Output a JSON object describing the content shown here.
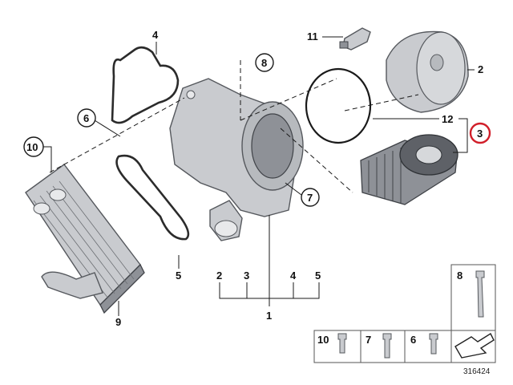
{
  "labels": {
    "l1": "1",
    "l2": "2",
    "l3": "3",
    "l4": "4",
    "l5": "5",
    "l6": "6",
    "l7": "7",
    "l8": "8",
    "l9": "9",
    "l10": "10",
    "l11": "11",
    "l12": "12",
    "row_2": "2",
    "row_3": "3",
    "row_4": "4",
    "row_5": "5"
  },
  "legend": {
    "item_8": "8",
    "item_10": "10",
    "item_7": "7",
    "item_6": "6"
  },
  "diagram_number": "316424",
  "colors": {
    "highlight": "#d11f2a",
    "part": "#c9cbcf",
    "outline": "#55585d"
  }
}
